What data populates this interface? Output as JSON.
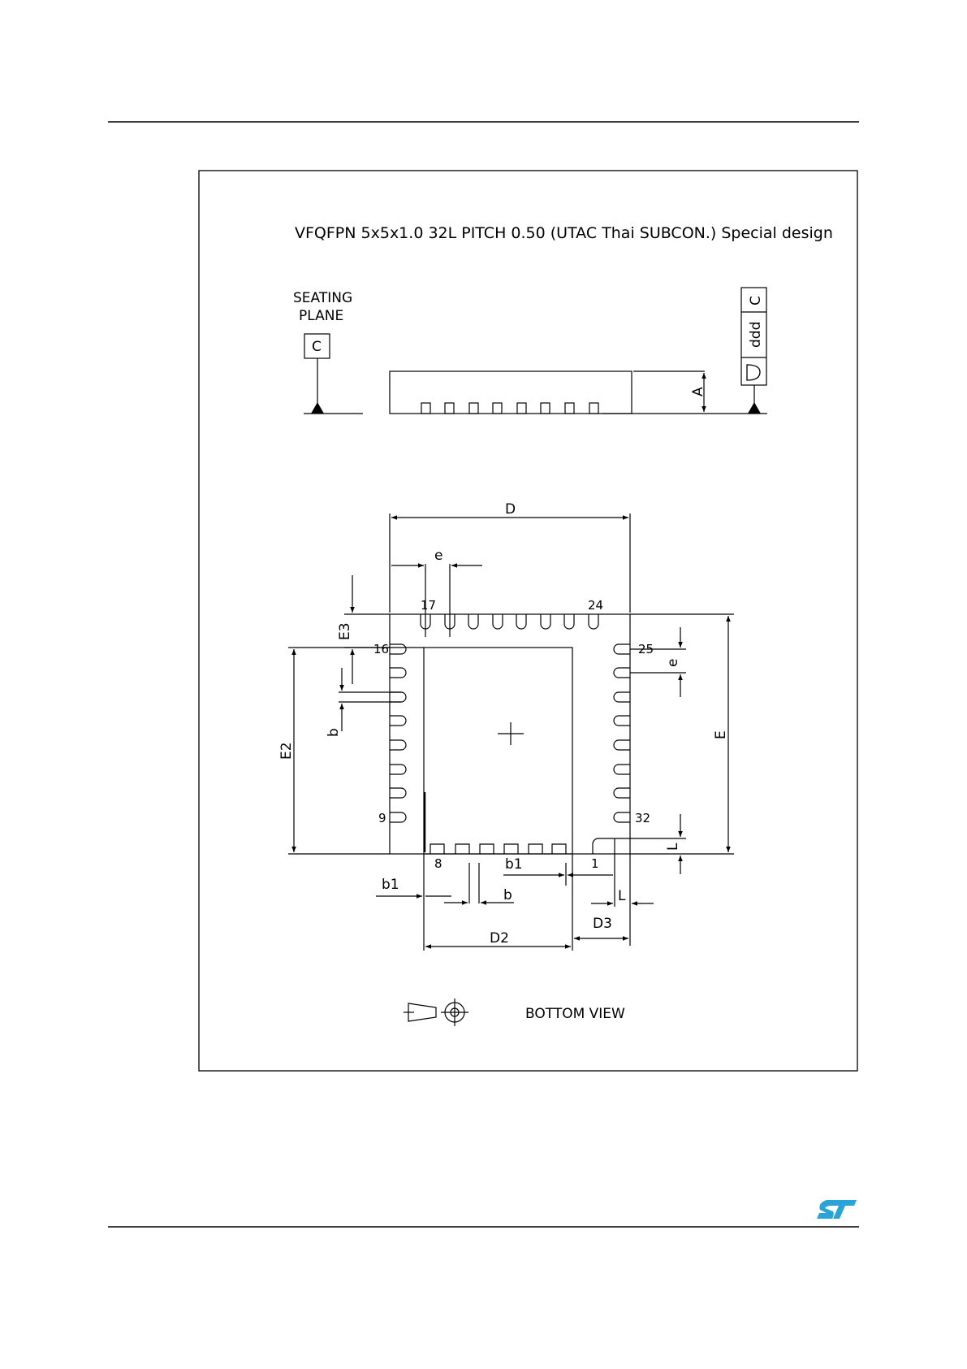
{
  "drawing": {
    "title": "VFQFPN 5x5x1.0 32L PITCH 0.50 (UTAC Thai SUBCON.) Special design",
    "seating_plane_line1": "SEATING",
    "seating_plane_line2": "PLANE",
    "datum": "C",
    "tolerance_frame": {
      "datum": "C",
      "value": "ddd",
      "symbol": "flatness"
    },
    "labels": {
      "A": "A",
      "D": "D",
      "E": "E",
      "e": "e",
      "E2": "E2",
      "E3": "E3",
      "D2": "D2",
      "D3": "D3",
      "b": "b",
      "b1": "b1",
      "L": "L"
    },
    "pin_numbers": {
      "p1": "1",
      "p8": "8",
      "p9": "9",
      "p16": "16",
      "p17": "17",
      "p24": "24",
      "p25": "25",
      "p32": "32"
    },
    "view_label": "BOTTOM VIEW"
  },
  "colors": {
    "line": "#000000",
    "logo": "#2aa3d9"
  }
}
